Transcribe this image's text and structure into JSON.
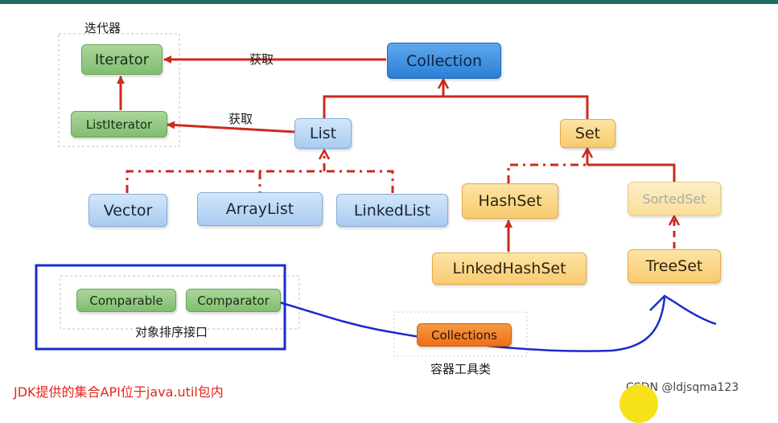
{
  "nodes": {
    "iterator": "Iterator",
    "list_iterator": "ListIterator",
    "collection": "Collection",
    "list": "List",
    "set": "Set",
    "vector": "Vector",
    "array_list": "ArrayList",
    "linked_list": "LinkedList",
    "hash_set": "HashSet",
    "sorted_set": "SortedSet",
    "linked_hash_set": "LinkedHashSet",
    "tree_set": "TreeSet",
    "comparable": "Comparable",
    "comparator": "Comparator",
    "collections": "Collections"
  },
  "labels": {
    "iterator_group": "迭代器",
    "get_1": "获取",
    "get_2": "获取",
    "sort_interface": "对象排序接口",
    "container_tools": "容器工具类"
  },
  "footnote": "JDK提供的集合API位于java.util包内",
  "watermark": "CSDN @ldjsqma123",
  "colors": {
    "arrow": "#cc2a1e",
    "highlight": "#1a2bcf",
    "interface_node": "#2a7fd6",
    "class_node": "#a9cbf0",
    "set_node": "#f8cb6e"
  }
}
